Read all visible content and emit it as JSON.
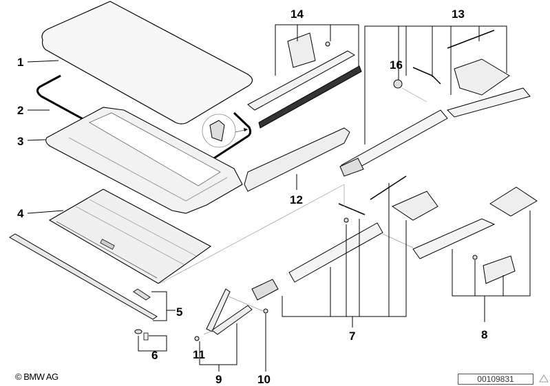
{
  "diagram": {
    "title": "Sunroof mechanism exploded parts diagram",
    "callouts": [
      {
        "id": "1",
        "label": "1",
        "part": "glass-panel"
      },
      {
        "id": "2",
        "label": "2",
        "part": "seal"
      },
      {
        "id": "3",
        "label": "3",
        "part": "frame"
      },
      {
        "id": "4",
        "label": "4",
        "part": "sliding-headliner"
      },
      {
        "id": "5",
        "label": "5",
        "part": "guide-rail-set"
      },
      {
        "id": "6",
        "label": "6",
        "part": "fastener-set"
      },
      {
        "id": "7",
        "label": "7",
        "part": "mechanism-left"
      },
      {
        "id": "8",
        "label": "8",
        "part": "lever-set"
      },
      {
        "id": "9",
        "label": "9",
        "part": "lifter-set"
      },
      {
        "id": "10",
        "label": "10",
        "part": "screw"
      },
      {
        "id": "11",
        "label": "11",
        "part": "bolt"
      },
      {
        "id": "12",
        "label": "12",
        "part": "wind-deflector"
      },
      {
        "id": "13",
        "label": "13",
        "part": "mechanism-right"
      },
      {
        "id": "14",
        "label": "14",
        "part": "guide-rail-kit"
      },
      {
        "id": "16",
        "label": "16",
        "part": "screw-cap"
      }
    ],
    "copyright": "© BMW AG",
    "reference_number": "00109831",
    "colors": {
      "line": "#000000",
      "part_fill": "#f2f2f2",
      "shade": "#c8c8c8",
      "dash": "#999999"
    }
  }
}
